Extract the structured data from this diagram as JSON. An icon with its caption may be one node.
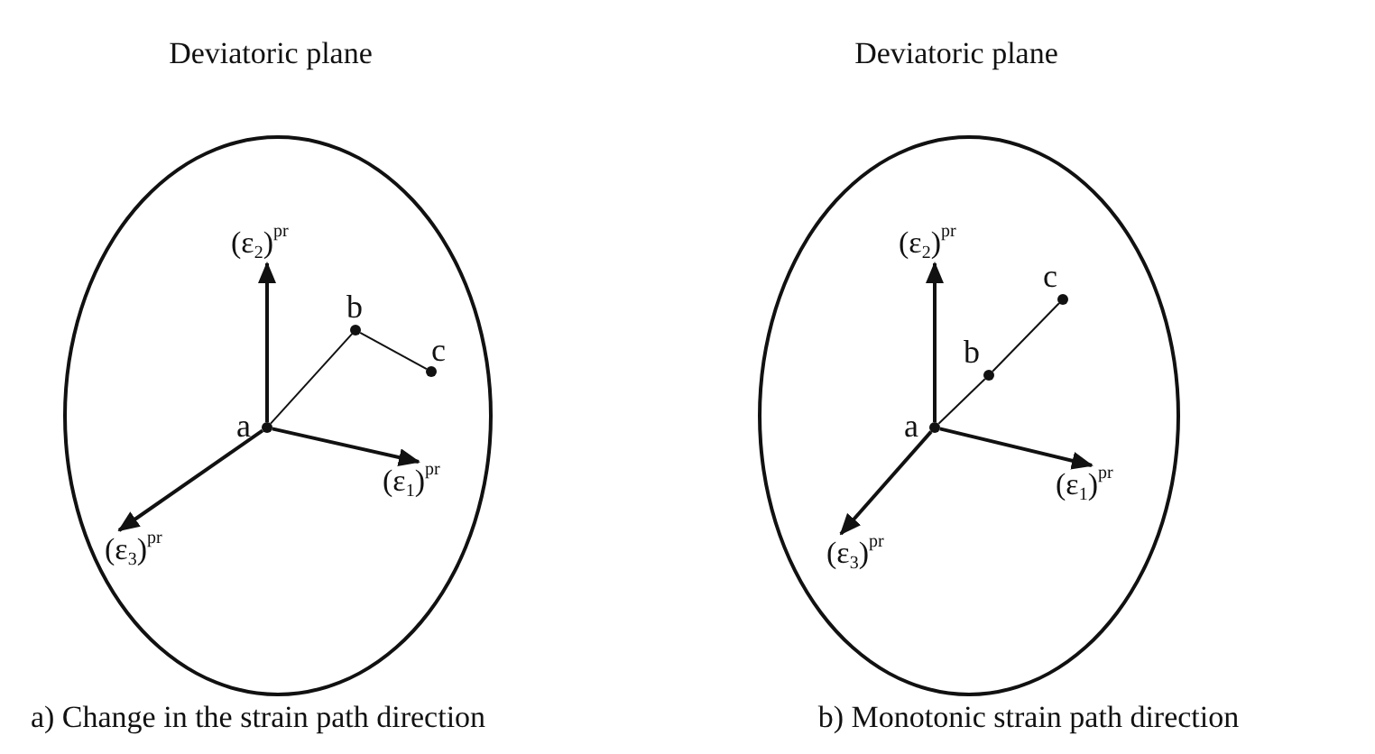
{
  "diagram": {
    "nodes": [
      {
        "text": [
          "Deviatoric plane"
        ],
        "beside": [
          "a) Change in the strain path direction"
        ]
      },
      {
        "text": [],
        "shape": "circle",
        "beside": [
          "a"
        ],
        "in": 0
      },
      {
        "text": [],
        "shape": "circle",
        "beside": [
          "b"
        ],
        "in": 0
      },
      {
        "text": [],
        "shape": "circle",
        "beside": [
          "c"
        ],
        "in": 0
      },
      {
        "text": [
          "(ε$_{2}$)$^{pr}$"
        ],
        "in": 0
      },
      {
        "text": [
          "(ε$_{1}$)$^{pr}$"
        ],
        "in": 0
      },
      {
        "text": [
          "(ε$_{3}$)$^{pr}$"
        ],
        "in": 0
      },
      {
        "text": [
          "Deviatoric plane"
        ],
        "beside": [
          "b) Monotonic strain path direction"
        ]
      },
      {
        "text": [],
        "shape": "circle",
        "beside": [
          "a"
        ],
        "in": 7
      },
      {
        "text": [],
        "shape": "circle",
        "beside": [
          "b"
        ],
        "in": 7
      },
      {
        "text": [],
        "shape": "circle",
        "beside": [
          "c"
        ],
        "in": 7
      },
      {
        "text": [
          "(ε$_{2}$)$^{pr}$"
        ],
        "in": 7
      },
      {
        "text": [
          "(ε$_{1}$)$^{pr}$"
        ],
        "in": 7
      },
      {
        "text": [
          "(ε$_{3}$)$^{pr}$"
        ],
        "in": 7
      }
    ],
    "edges": [
      {
        "from": 1,
        "to": 4,
        "arrow": "to"
      },
      {
        "from": 1,
        "to": 5,
        "arrow": "to"
      },
      {
        "from": 1,
        "to": 6,
        "arrow": "to"
      },
      {
        "from": 1,
        "to": 2,
        "arrow": "none"
      },
      {
        "from": 2,
        "to": 3,
        "arrow": "none"
      },
      {
        "from": 8,
        "to": 11,
        "arrow": "to"
      },
      {
        "from": 8,
        "to": 12,
        "arrow": "to"
      },
      {
        "from": 8,
        "to": 13,
        "arrow": "to"
      },
      {
        "from": 8,
        "to": 9,
        "arrow": "none"
      },
      {
        "from": 9,
        "to": 10,
        "arrow": "none"
      }
    ]
  }
}
